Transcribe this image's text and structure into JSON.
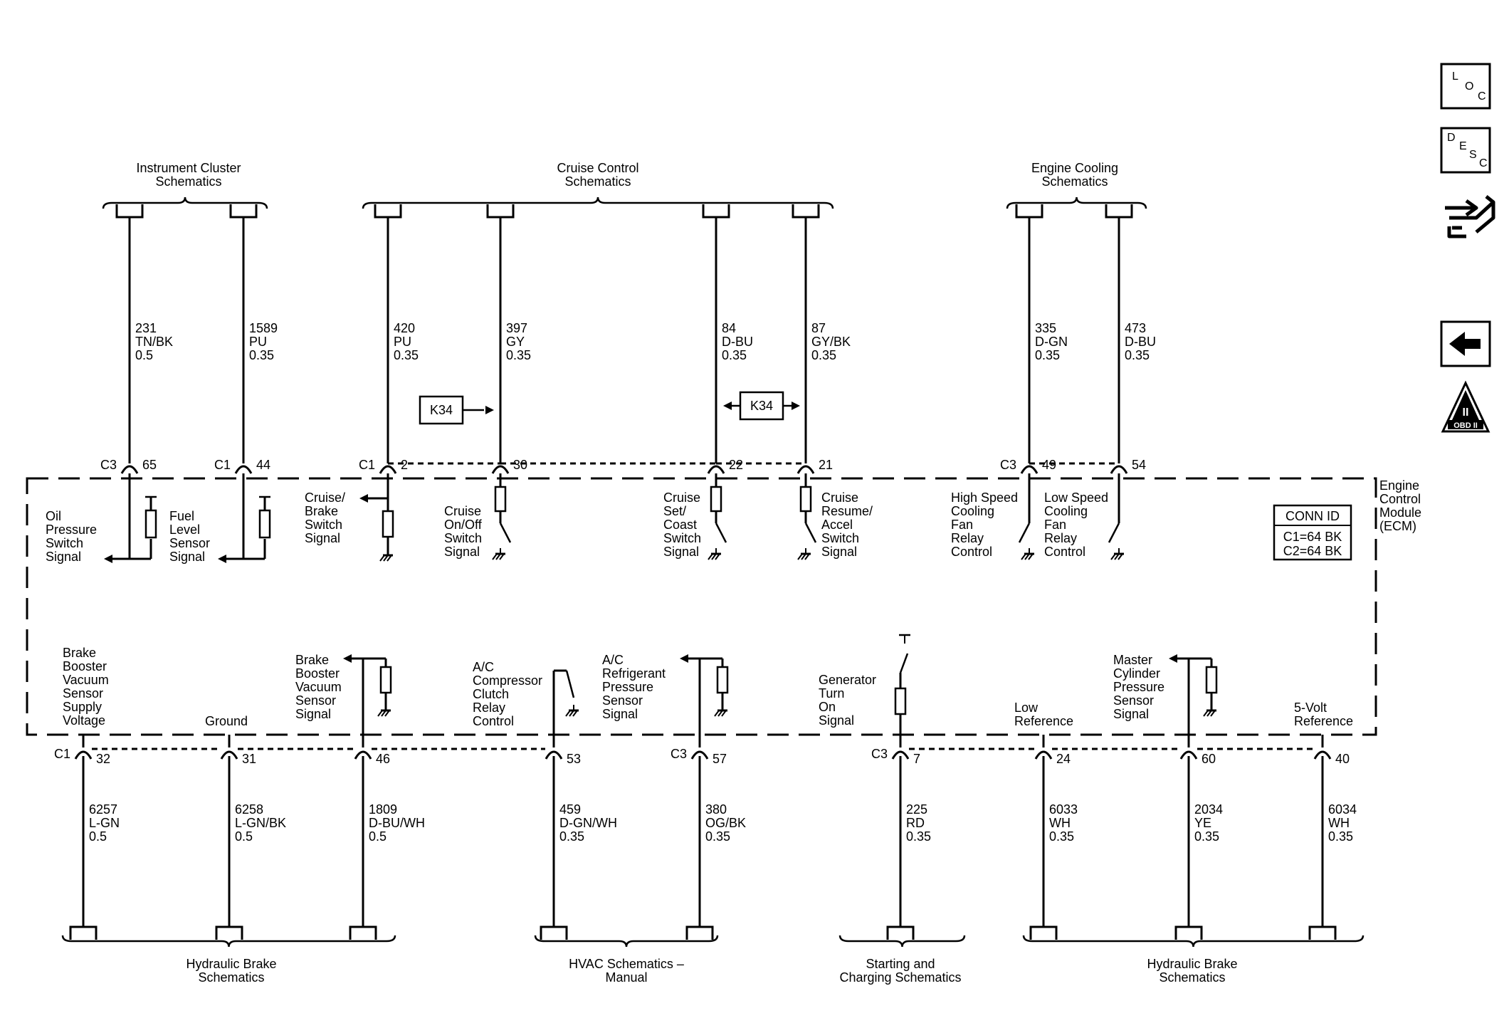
{
  "module": {
    "name_lines": [
      "Engine",
      "Control",
      "Module",
      "(ECM)"
    ]
  },
  "conn_id": {
    "title": "CONN ID",
    "rows": [
      "C1=64 BK",
      "C2=64 BK"
    ]
  },
  "top_groups": [
    {
      "id": "instrument-cluster",
      "lines": [
        "Instrument Cluster",
        "Schematics"
      ]
    },
    {
      "id": "cruise-control",
      "lines": [
        "Cruise Control",
        "Schematics"
      ]
    },
    {
      "id": "engine-cooling",
      "lines": [
        "Engine Cooling",
        "Schematics"
      ]
    }
  ],
  "bottom_groups": [
    {
      "id": "hydraulic-brake-left",
      "lines": [
        "Hydraulic Brake",
        "Schematics"
      ]
    },
    {
      "id": "hvac-manual",
      "lines": [
        "HVAC Schematics –",
        "Manual"
      ]
    },
    {
      "id": "starting-charging",
      "lines": [
        "Starting and",
        "Charging Schematics"
      ]
    },
    {
      "id": "hydraulic-brake-right",
      "lines": [
        "Hydraulic Brake",
        "Schematics"
      ]
    }
  ],
  "top_circuits": [
    {
      "circuit": "231",
      "color": "TN/BK",
      "gauge": "0.5",
      "connector": "C3",
      "pin": "65",
      "label_lines": [
        "Oil",
        "Pressure",
        "Switch",
        "Signal"
      ]
    },
    {
      "circuit": "1589",
      "color": "PU",
      "gauge": "0.35",
      "connector": "C1",
      "pin": "44",
      "label_lines": [
        "Fuel",
        "Level",
        "Sensor",
        "Signal"
      ]
    },
    {
      "circuit": "420",
      "color": "PU",
      "gauge": "0.35",
      "connector": "C1",
      "pin": "2",
      "label_lines": [
        "Cruise/",
        "Brake",
        "Switch",
        "Signal"
      ]
    },
    {
      "circuit": "397",
      "color": "GY",
      "gauge": "0.35",
      "connector": "",
      "pin": "30",
      "label_lines": [
        "Cruise",
        "On/Off",
        "Switch",
        "Signal"
      ]
    },
    {
      "circuit": "84",
      "color": "D-BU",
      "gauge": "0.35",
      "connector": "",
      "pin": "22",
      "label_lines": [
        "Cruise",
        "Set/",
        "Coast",
        "Switch",
        "Signal"
      ]
    },
    {
      "circuit": "87",
      "color": "GY/BK",
      "gauge": "0.35",
      "connector": "",
      "pin": "21",
      "label_lines": [
        "Cruise",
        "Resume/",
        "Accel",
        "Switch",
        "Signal"
      ]
    },
    {
      "circuit": "335",
      "color": "D-GN",
      "gauge": "0.35",
      "connector": "C3",
      "pin": "49",
      "label_lines": [
        "High Speed",
        "Cooling",
        "Fan",
        "Relay",
        "Control"
      ]
    },
    {
      "circuit": "473",
      "color": "D-BU",
      "gauge": "0.35",
      "connector": "",
      "pin": "54",
      "label_lines": [
        "Low Speed",
        "Cooling",
        "Fan",
        "Relay",
        "Control"
      ]
    }
  ],
  "bottom_circuits": [
    {
      "circuit": "6257",
      "color": "L-GN",
      "gauge": "0.5",
      "connector": "C1",
      "pin": "32",
      "label_lines": [
        "Brake",
        "Booster",
        "Vacuum",
        "Sensor",
        "Supply",
        "Voltage"
      ]
    },
    {
      "circuit": "6258",
      "color": "L-GN/BK",
      "gauge": "0.5",
      "connector": "",
      "pin": "31",
      "label_lines": [
        "Ground"
      ]
    },
    {
      "circuit": "1809",
      "color": "D-BU/WH",
      "gauge": "0.5",
      "connector": "",
      "pin": "46",
      "label_lines": [
        "Brake",
        "Booster",
        "Vacuum",
        "Sensor",
        "Signal"
      ]
    },
    {
      "circuit": "459",
      "color": "D-GN/WH",
      "gauge": "0.35",
      "connector": "",
      "pin": "53",
      "label_lines": [
        "A/C",
        "Compressor",
        "Clutch",
        "Relay",
        "Control"
      ]
    },
    {
      "circuit": "380",
      "color": "OG/BK",
      "gauge": "0.35",
      "connector": "C3",
      "pin": "57",
      "label_lines": [
        "A/C",
        "Refrigerant",
        "Pressure",
        "Sensor",
        "Signal"
      ]
    },
    {
      "circuit": "225",
      "color": "RD",
      "gauge": "0.35",
      "connector": "C3",
      "pin": "7",
      "label_lines": [
        "Generator",
        "Turn",
        "On",
        "Signal"
      ]
    },
    {
      "circuit": "6033",
      "color": "WH",
      "gauge": "0.35",
      "connector": "",
      "pin": "24",
      "label_lines": [
        "Low",
        "Reference"
      ]
    },
    {
      "circuit": "2034",
      "color": "YE",
      "gauge": "0.35",
      "connector": "",
      "pin": "60",
      "label_lines": [
        "Master",
        "Cylinder",
        "Pressure",
        "Sensor",
        "Signal"
      ]
    },
    {
      "circuit": "6034",
      "color": "WH",
      "gauge": "0.35",
      "connector": "",
      "pin": "40",
      "label_lines": [
        "5-Volt",
        "Reference"
      ]
    }
  ],
  "option_tags": {
    "left": "K34",
    "right": "K34"
  },
  "side_icons": {
    "loc": {
      "icon": "loc-icon",
      "letters": [
        "L",
        "O",
        "C"
      ]
    },
    "desc": {
      "icon": "desc-icon",
      "letters": [
        "D",
        "E",
        "S",
        "C"
      ]
    },
    "connector": {
      "icon": "connector-end-view-icon"
    },
    "back": {
      "icon": "back-arrow-icon"
    },
    "obd": {
      "icon": "obd-ii-icon",
      "numeral": "II",
      "label": "OBD II"
    }
  }
}
